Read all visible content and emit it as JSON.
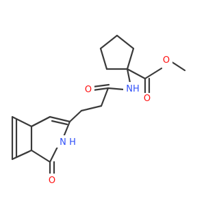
{
  "molecule": {
    "atoms": {
      "ester_carbonyl_o": {
        "text": "O",
        "color": "#ff0d0d"
      },
      "ester_ether_o": {
        "text": "O",
        "color": "#ff0d0d"
      },
      "amide_o": {
        "text": "O",
        "color": "#ff0d0d"
      },
      "amide_nh": {
        "text": "NH",
        "color": "#3050f8"
      },
      "ring_n": {
        "text": "N",
        "color": "#3050f8"
      },
      "ring_h": {
        "text": "H",
        "color": "#3050f8"
      },
      "lactam_o": {
        "text": "O",
        "color": "#ff0d0d"
      }
    },
    "bond_color": "#3a3a3a"
  }
}
